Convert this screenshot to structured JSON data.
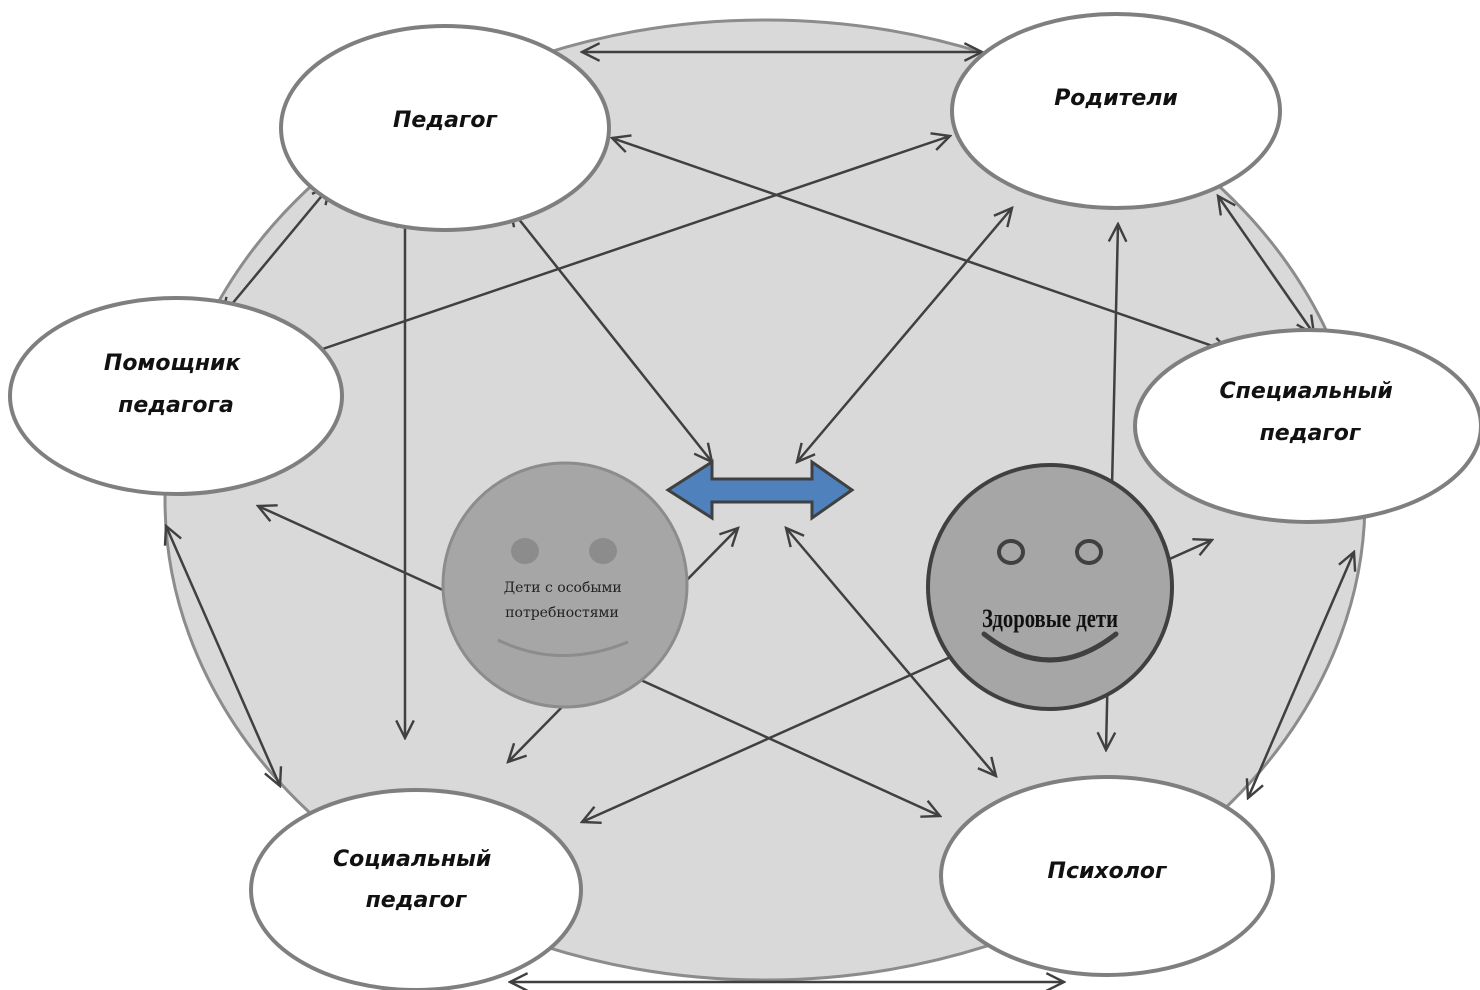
{
  "diagram": {
    "nodes": {
      "teacher": {
        "lines": [
          "Педагог"
        ]
      },
      "parents": {
        "lines": [
          "Родители"
        ]
      },
      "assistant": {
        "lines": [
          "Помощник",
          "педагога"
        ]
      },
      "special_teacher": {
        "lines": [
          "Специальный",
          "педагог"
        ]
      },
      "social_teacher": {
        "lines": [
          "Социальный",
          "педагог"
        ]
      },
      "psychologist": {
        "lines": [
          "Психолог"
        ]
      }
    },
    "children_special": {
      "lines": [
        "Дети с особыми",
        "потребностями"
      ]
    },
    "children_healthy": {
      "label": "Здоровые дети"
    },
    "colors": {
      "background_circle": "#d9d9d9",
      "node_fill": "#ffffff",
      "node_stroke": "#7f7f7f",
      "arrow": "#404040",
      "center_arrow": "#4f81bd",
      "special_face": "#a6a6a6",
      "healthy_face": "#a6a6a6"
    }
  }
}
